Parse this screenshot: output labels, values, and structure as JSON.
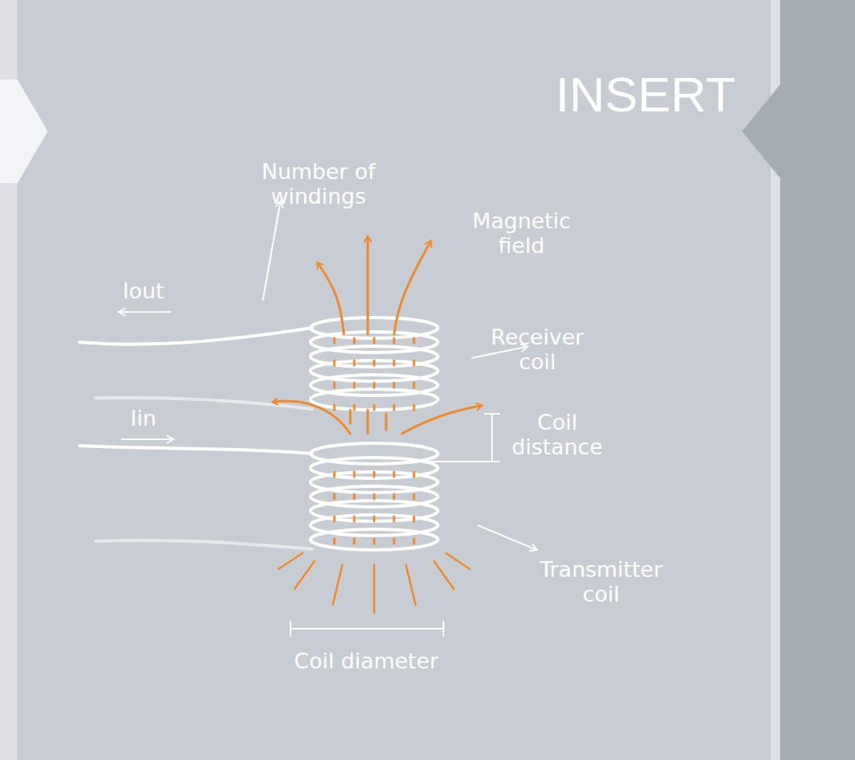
{
  "diagram": {
    "title": "INSERT",
    "labels": [
      "Number of windings",
      "Magnetic field",
      "Iout",
      "Receiver coil",
      "Coil distance",
      "Iin",
      "Transmitter coil",
      "Coil diameter"
    ]
  }
}
